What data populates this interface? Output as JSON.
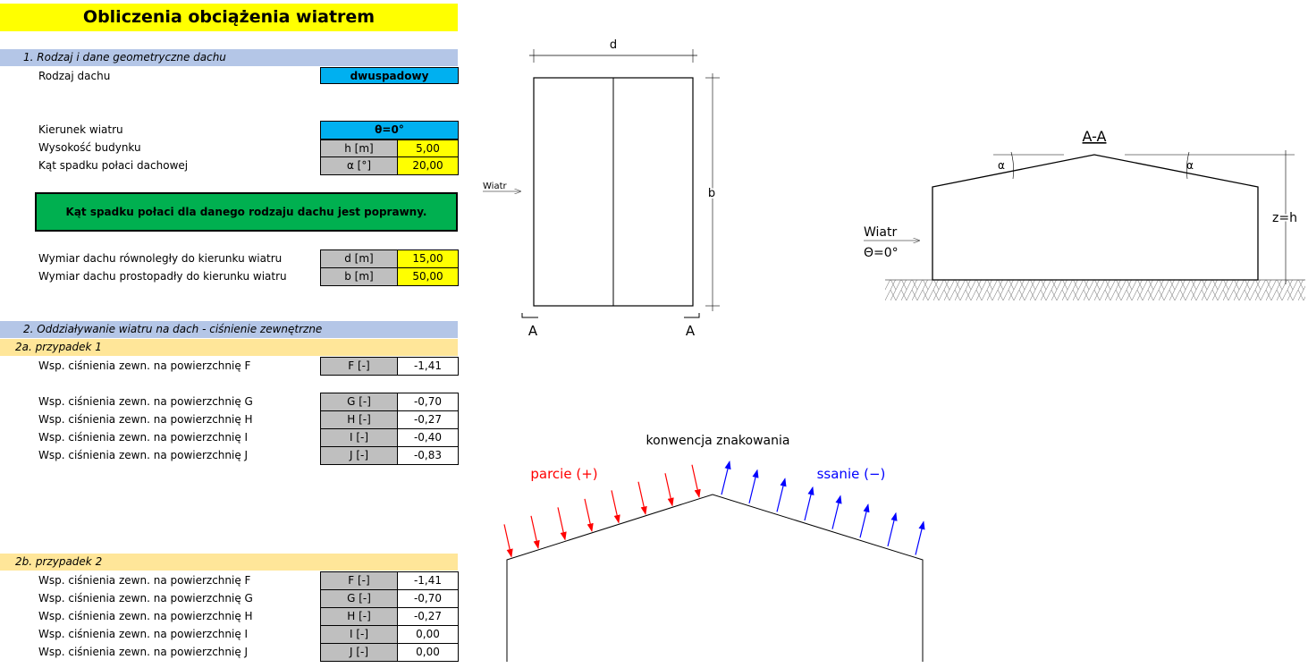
{
  "title": "Obliczenia obciążenia wiatrem",
  "section1": {
    "title": "1.  Rodzaj i dane geometryczne dachu",
    "roof_type_label": "Rodzaj dachu",
    "roof_type": "dwuspadowy",
    "wind_dir_label": "Kierunek wiatru",
    "wind_dir": "θ=0°",
    "height_label": "Wysokość budynku",
    "height_unit": "h [m]",
    "height": "5,00",
    "slope_label": "Kąt spadku połaci dachowej",
    "slope_unit": "α [°]",
    "slope": "20,00",
    "status": "Kąt spadku połaci dla danego rodzaju dachu jest poprawny.",
    "d_label": "Wymiar dachu równoległy do kierunku wiatru",
    "d_unit": "d [m]",
    "d": "15,00",
    "b_label": "Wymiar dachu prostopadły do kierunku wiatru",
    "b_unit": "b [m]",
    "b": "50,00"
  },
  "section2": {
    "title": "2.  Oddziaływanie wiatru na dach - ciśnienie zewnętrzne",
    "case1": {
      "title": "2a.  przypadek 1",
      "rows": [
        {
          "label": "Wsp. ciśnienia zewn. na powierzchnię F",
          "unit": "F [-]",
          "value": "-1,41"
        },
        {
          "label": "Wsp. ciśnienia zewn. na powierzchnię G",
          "unit": "G [-]",
          "value": "-0,70"
        },
        {
          "label": "Wsp. ciśnienia zewn. na powierzchnię H",
          "unit": "H [-]",
          "value": "-0,27"
        },
        {
          "label": "Wsp. ciśnienia zewn. na powierzchnię I",
          "unit": "I [-]",
          "value": "-0,40"
        },
        {
          "label": "Wsp. ciśnienia zewn. na powierzchnię J",
          "unit": "J [-]",
          "value": "-0,83"
        }
      ]
    },
    "case2": {
      "title": "2b.  przypadek 2",
      "rows": [
        {
          "label": "Wsp. ciśnienia zewn. na powierzchnię F",
          "unit": "F [-]",
          "value": "-1,41"
        },
        {
          "label": "Wsp. ciśnienia zewn. na powierzchnię G",
          "unit": "G [-]",
          "value": "-0,70"
        },
        {
          "label": "Wsp. ciśnienia zewn. na powierzchnię H",
          "unit": "H [-]",
          "value": "-0,27"
        },
        {
          "label": "Wsp. ciśnienia zewn. na powierzchnię I",
          "unit": "I [-]",
          "value": "0,00"
        },
        {
          "label": "Wsp. ciśnienia zewn. na powierzchnię J",
          "unit": "J [-]",
          "value": "0,00"
        }
      ]
    }
  },
  "diagrams": {
    "plan_d": "d",
    "plan_b": "b",
    "plan_wind": "Wiatr",
    "section_mark": "A",
    "section_title": "A-A",
    "alpha": "α",
    "zh": "z=h",
    "wind": "Wiatr",
    "theta": "Θ=0°",
    "convention": "konwencja znakowania",
    "pressure": "parcie (+)",
    "suction": "ssanie (−)",
    "pressure_color": "#ff0000",
    "suction_color": "#0000ff"
  }
}
